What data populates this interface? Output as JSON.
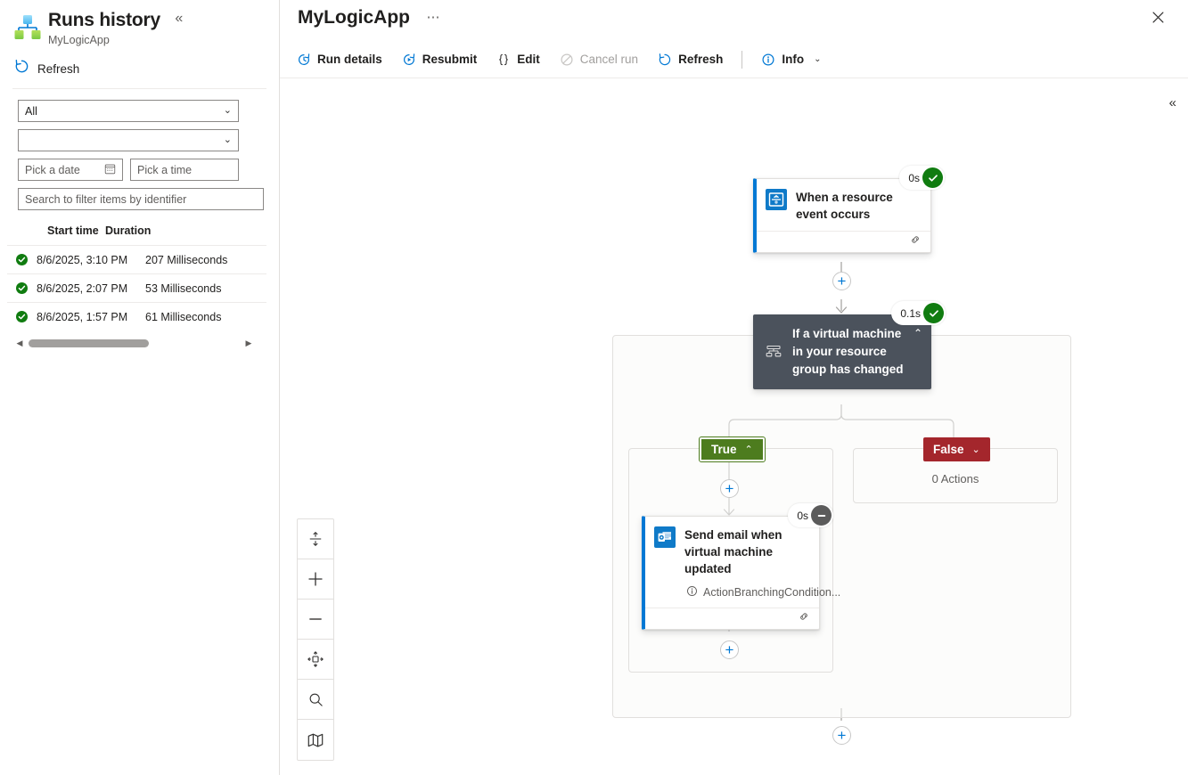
{
  "sidebar": {
    "icon": "logic-app-icon",
    "title": "Runs history",
    "subtitle": "MyLogicApp",
    "collapse_label": "«",
    "refresh_label": "Refresh",
    "filters": {
      "status_value": "All",
      "status_chevron": "⌄",
      "secondary_value": "",
      "secondary_chevron": "⌄",
      "date_placeholder": "Pick a date",
      "time_placeholder": "Pick a time",
      "search_placeholder": "Search to filter items by identifier"
    },
    "table": {
      "columns": [
        "Start time",
        "Duration"
      ],
      "rows": [
        {
          "status": "Succeeded",
          "start_time": "8/6/2025, 3:10 PM",
          "duration": "207 Milliseconds"
        },
        {
          "status": "Succeeded",
          "start_time": "8/6/2025, 2:07 PM",
          "duration": "53 Milliseconds"
        },
        {
          "status": "Succeeded",
          "start_time": "8/6/2025, 1:57 PM",
          "duration": "61 Milliseconds"
        }
      ]
    },
    "scroll": {
      "left_arrow": "◀",
      "right_arrow": "▶"
    }
  },
  "header": {
    "title": "MyLogicApp",
    "overflow_label": "⋯",
    "close_label": "✕"
  },
  "toolbar": {
    "items": [
      {
        "icon": "run-details-icon",
        "label": "Run details",
        "disabled": false
      },
      {
        "icon": "resubmit-icon",
        "label": "Resubmit",
        "disabled": false
      },
      {
        "icon": "edit-braces-icon",
        "label": "Edit",
        "disabled": false
      },
      {
        "icon": "cancel-run-icon",
        "label": "Cancel run",
        "disabled": true
      },
      {
        "icon": "refresh-icon",
        "label": "Refresh",
        "disabled": false
      },
      {
        "icon": "info-icon",
        "label": "Info",
        "disabled": false
      }
    ],
    "info_chevron": "⌄"
  },
  "canvas": {
    "collapse_label": "«",
    "controls": [
      {
        "name": "fit-to-screen-button"
      },
      {
        "name": "zoom-in-button"
      },
      {
        "name": "zoom-out-button"
      },
      {
        "name": "pan-button"
      },
      {
        "name": "search-button"
      },
      {
        "name": "minimap-button"
      }
    ],
    "trigger": {
      "icon": "event-grid-icon",
      "title": "When a resource event occurs",
      "duration": "0s",
      "status": "Succeeded",
      "footer_icon": "code-view-icon"
    },
    "condition": {
      "icon": "condition-branch-icon",
      "title": "If a virtual machine in your resource group has changed",
      "duration": "0.1s",
      "status": "Succeeded",
      "chevron": "⌃"
    },
    "true_branch": {
      "label": "True",
      "chevron": "⌃",
      "action": {
        "icon": "outlook-icon",
        "title": "Send email when virtual machine updated",
        "subtitle": "ActionBranchingCondition...",
        "subtitle_icon": "info-circle-icon",
        "duration": "0s",
        "status": "Skipped",
        "footer_icon": "code-view-icon"
      }
    },
    "false_branch": {
      "label": "False",
      "chevron": "⌄",
      "empty_text": "0 Actions"
    },
    "add_buttons": {
      "symbol": "+",
      "count": 4
    }
  },
  "colors": {
    "accent": "#0078d4",
    "success": "#107c10",
    "skipped": "#5b5b5b",
    "true_branch": "#4d7c1e",
    "false_branch": "#a4262c",
    "condition_node": "#4b525c"
  }
}
